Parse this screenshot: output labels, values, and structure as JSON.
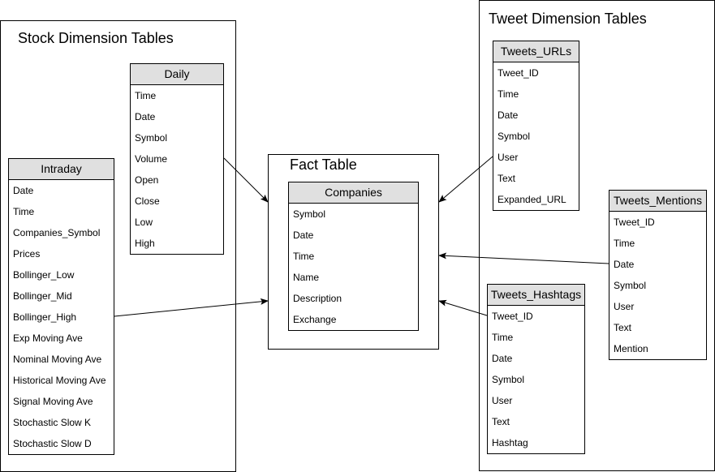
{
  "groups": {
    "stock": {
      "title": "Stock Dimension Tables"
    },
    "fact": {
      "title": "Fact Table"
    },
    "tweet": {
      "title": "Tweet Dimension Tables"
    }
  },
  "tables": {
    "daily": {
      "title": "Daily",
      "fields": [
        "Time",
        "Date",
        "Symbol",
        "Volume",
        "Open",
        "Close",
        "Low",
        "High"
      ]
    },
    "intraday": {
      "title": "Intraday",
      "fields": [
        "Date",
        "Time",
        "Companies_Symbol",
        "Prices",
        "Bollinger_Low",
        "Bollinger_Mid",
        "Bollinger_High",
        "Exp Moving Ave",
        "Nominal Moving Ave",
        "Historical Moving Ave",
        "Signal Moving Ave",
        "Stochastic Slow K",
        "Stochastic Slow D"
      ]
    },
    "companies": {
      "title": "Companies",
      "fields": [
        "Symbol",
        "Date",
        "Time",
        "Name",
        "Description",
        "Exchange"
      ]
    },
    "tweets_urls": {
      "title": "Tweets_URLs",
      "fields": [
        "Tweet_ID",
        "Time",
        "Date",
        "Symbol",
        "User",
        "Text",
        "Expanded_URL"
      ]
    },
    "tweets_mentions": {
      "title": "Tweets_Mentions",
      "fields": [
        "Tweet_ID",
        "Time",
        "Date",
        "Symbol",
        "User",
        "Text",
        "Mention"
      ]
    },
    "tweets_hashtags": {
      "title": "Tweets_Hashtags",
      "fields": [
        "Tweet_ID",
        "Time",
        "Date",
        "Symbol",
        "User",
        "Text",
        "Hashtag"
      ]
    }
  }
}
